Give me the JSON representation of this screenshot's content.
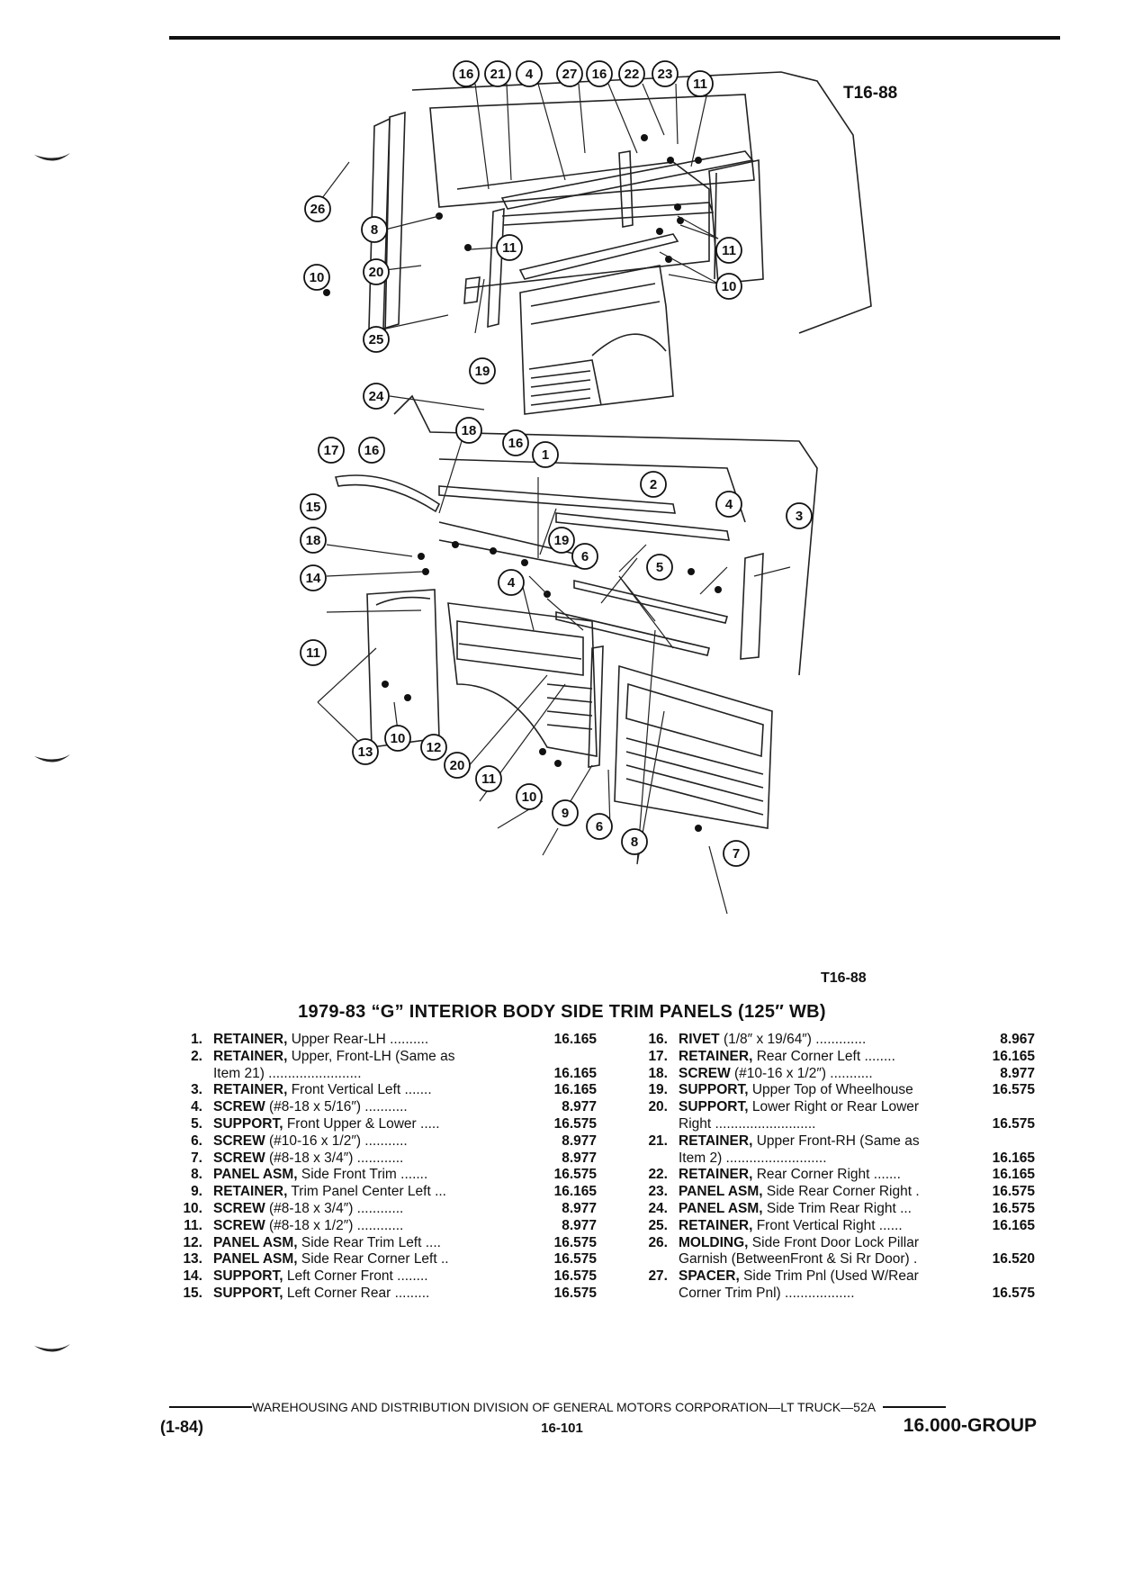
{
  "diagram": {
    "ref_top": "T16-88",
    "ref_bottom": "T16-88",
    "callouts_top": [
      "16",
      "21",
      "4",
      "27",
      "16",
      "22",
      "23",
      "11",
      "26",
      "8",
      "20",
      "10",
      "11",
      "11",
      "25",
      "10",
      "19",
      "24"
    ],
    "callouts_bottom": [
      "18",
      "16",
      "1",
      "17",
      "16",
      "2",
      "15",
      "4",
      "3",
      "18",
      "19",
      "6",
      "14",
      "4",
      "5",
      "11",
      "13",
      "10",
      "12",
      "20",
      "11",
      "10",
      "9",
      "6",
      "8",
      "7"
    ]
  },
  "title": "1979-83 “G” INTERIOR BODY SIDE TRIM PANELS (125″ WB)",
  "left_items": [
    {
      "num": "1.",
      "part": "RETAINER,",
      "desc": " Upper Rear-LH",
      "dots": " ..........",
      "page": "16.165"
    },
    {
      "num": "2.",
      "part": "RETAINER,",
      "desc": " Upper, Front-LH (Same as",
      "dots": "",
      "page": ""
    },
    {
      "num": "",
      "part": "",
      "desc": "Item 21)",
      "dots": " ........................",
      "page": "16.165"
    },
    {
      "num": "3.",
      "part": "RETAINER,",
      "desc": " Front Vertical Left",
      "dots": " .......",
      "page": "16.165"
    },
    {
      "num": "4.",
      "part": "SCREW",
      "desc": " (#8-18 x 5/16″)",
      "dots": " ...........",
      "page": "8.977"
    },
    {
      "num": "5.",
      "part": "SUPPORT,",
      "desc": " Front Upper & Lower",
      "dots": " .....",
      "page": "16.575"
    },
    {
      "num": "6.",
      "part": "SCREW",
      "desc": " (#10-16 x 1/2″)",
      "dots": " ...........",
      "page": "8.977"
    },
    {
      "num": "7.",
      "part": "SCREW",
      "desc": " (#8-18 x 3/4″)",
      "dots": " ............",
      "page": "8.977"
    },
    {
      "num": "8.",
      "part": "PANEL ASM,",
      "desc": " Side Front Trim",
      "dots": " .......",
      "page": "16.575"
    },
    {
      "num": "9.",
      "part": "RETAINER,",
      "desc": " Trim Panel Center Left",
      "dots": " ...",
      "page": "16.165"
    },
    {
      "num": "10.",
      "part": "SCREW",
      "desc": " (#8-18 x 3/4″)",
      "dots": " ............",
      "page": "8.977"
    },
    {
      "num": "11.",
      "part": "SCREW",
      "desc": " (#8-18 x 1/2″)",
      "dots": " ............",
      "page": "8.977"
    },
    {
      "num": "12.",
      "part": "PANEL ASM,",
      "desc": " Side Rear Trim Left",
      "dots": " ....",
      "page": "16.575"
    },
    {
      "num": "13.",
      "part": "PANEL ASM,",
      "desc": " Side Rear Corner Left",
      "dots": " ..",
      "page": "16.575"
    },
    {
      "num": "14.",
      "part": "SUPPORT,",
      "desc": " Left Corner Front",
      "dots": " ........",
      "page": "16.575"
    },
    {
      "num": "15.",
      "part": "SUPPORT,",
      "desc": " Left Corner Rear",
      "dots": " .........",
      "page": "16.575"
    }
  ],
  "right_items": [
    {
      "num": "16.",
      "part": "RIVET",
      "desc": " (1/8″ x 19/64″)",
      "dots": " .............",
      "page": "8.967"
    },
    {
      "num": "17.",
      "part": "RETAINER,",
      "desc": " Rear Corner Left",
      "dots": " ........",
      "page": "16.165"
    },
    {
      "num": "18.",
      "part": "SCREW",
      "desc": " (#10-16 x 1/2″)",
      "dots": " ...........",
      "page": "8.977"
    },
    {
      "num": "19.",
      "part": "SUPPORT,",
      "desc": " Upper Top of Wheelhouse",
      "dots": "",
      "page": "16.575"
    },
    {
      "num": "20.",
      "part": "SUPPORT,",
      "desc": " Lower Right or Rear Lower",
      "dots": "",
      "page": ""
    },
    {
      "num": "",
      "part": "",
      "desc": "Right",
      "dots": " ..........................",
      "page": "16.575"
    },
    {
      "num": "21.",
      "part": "RETAINER,",
      "desc": " Upper Front-RH (Same as",
      "dots": "",
      "page": ""
    },
    {
      "num": "",
      "part": "",
      "desc": "Item 2)",
      "dots": " ..........................",
      "page": "16.165"
    },
    {
      "num": "22.",
      "part": "RETAINER,",
      "desc": " Rear Corner Right",
      "dots": " .......",
      "page": "16.165"
    },
    {
      "num": "23.",
      "part": "PANEL ASM,",
      "desc": " Side Rear Corner Right",
      "dots": " .",
      "page": "16.575"
    },
    {
      "num": "24.",
      "part": "PANEL ASM,",
      "desc": " Side Trim Rear Right",
      "dots": " ...",
      "page": "16.575"
    },
    {
      "num": "25.",
      "part": "RETAINER,",
      "desc": " Front Vertical Right",
      "dots": " ......",
      "page": "16.165"
    },
    {
      "num": "26.",
      "part": "MOLDING,",
      "desc": " Side Front Door Lock Pillar",
      "dots": "",
      "page": ""
    },
    {
      "num": "",
      "part": "",
      "desc": "Garnish (BetweenFront & Si Rr Door)",
      "dots": "  .",
      "page": "16.520"
    },
    {
      "num": "27.",
      "part": "SPACER,",
      "desc": " Side Trim Pnl (Used W/Rear",
      "dots": "",
      "page": ""
    },
    {
      "num": "",
      "part": "",
      "desc": "Corner Trim Pnl)",
      "dots": " ..................",
      "page": "16.575"
    }
  ],
  "footer": {
    "line": "WAREHOUSING AND DISTRIBUTION  DIVISION OF GENERAL MOTORS CORPORATION—LT TRUCK—52A",
    "date": "(1-84)",
    "page": "16-101",
    "group": "16.000-GROUP"
  }
}
